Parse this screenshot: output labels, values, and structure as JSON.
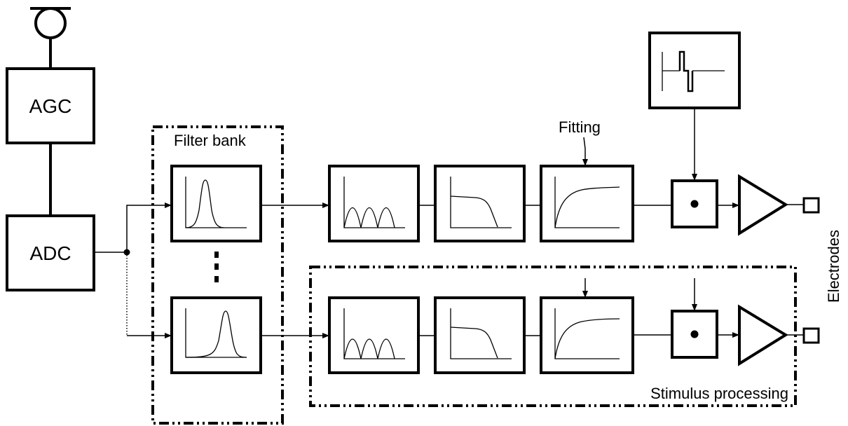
{
  "labels": {
    "agc": "AGC",
    "adc": "ADC",
    "filter_bank": "Filter bank",
    "fitting": "Fitting",
    "stimulus_processing": "Stimulus processing",
    "electrodes": "Electrodes"
  },
  "colors": {
    "line": "#000000",
    "background": "#ffffff"
  },
  "icons": {
    "microphone": "microphone-icon",
    "bandpass": "bandpass-response-icon",
    "rectifier": "rectified-wave-icon",
    "lowpass": "lowpass-response-icon",
    "compression": "compression-curve-icon",
    "pulse": "biphasic-pulse-icon",
    "modulator": "multiplier-dot-icon",
    "amplifier": "amplifier-triangle-icon",
    "electrode": "electrode-square-icon"
  }
}
